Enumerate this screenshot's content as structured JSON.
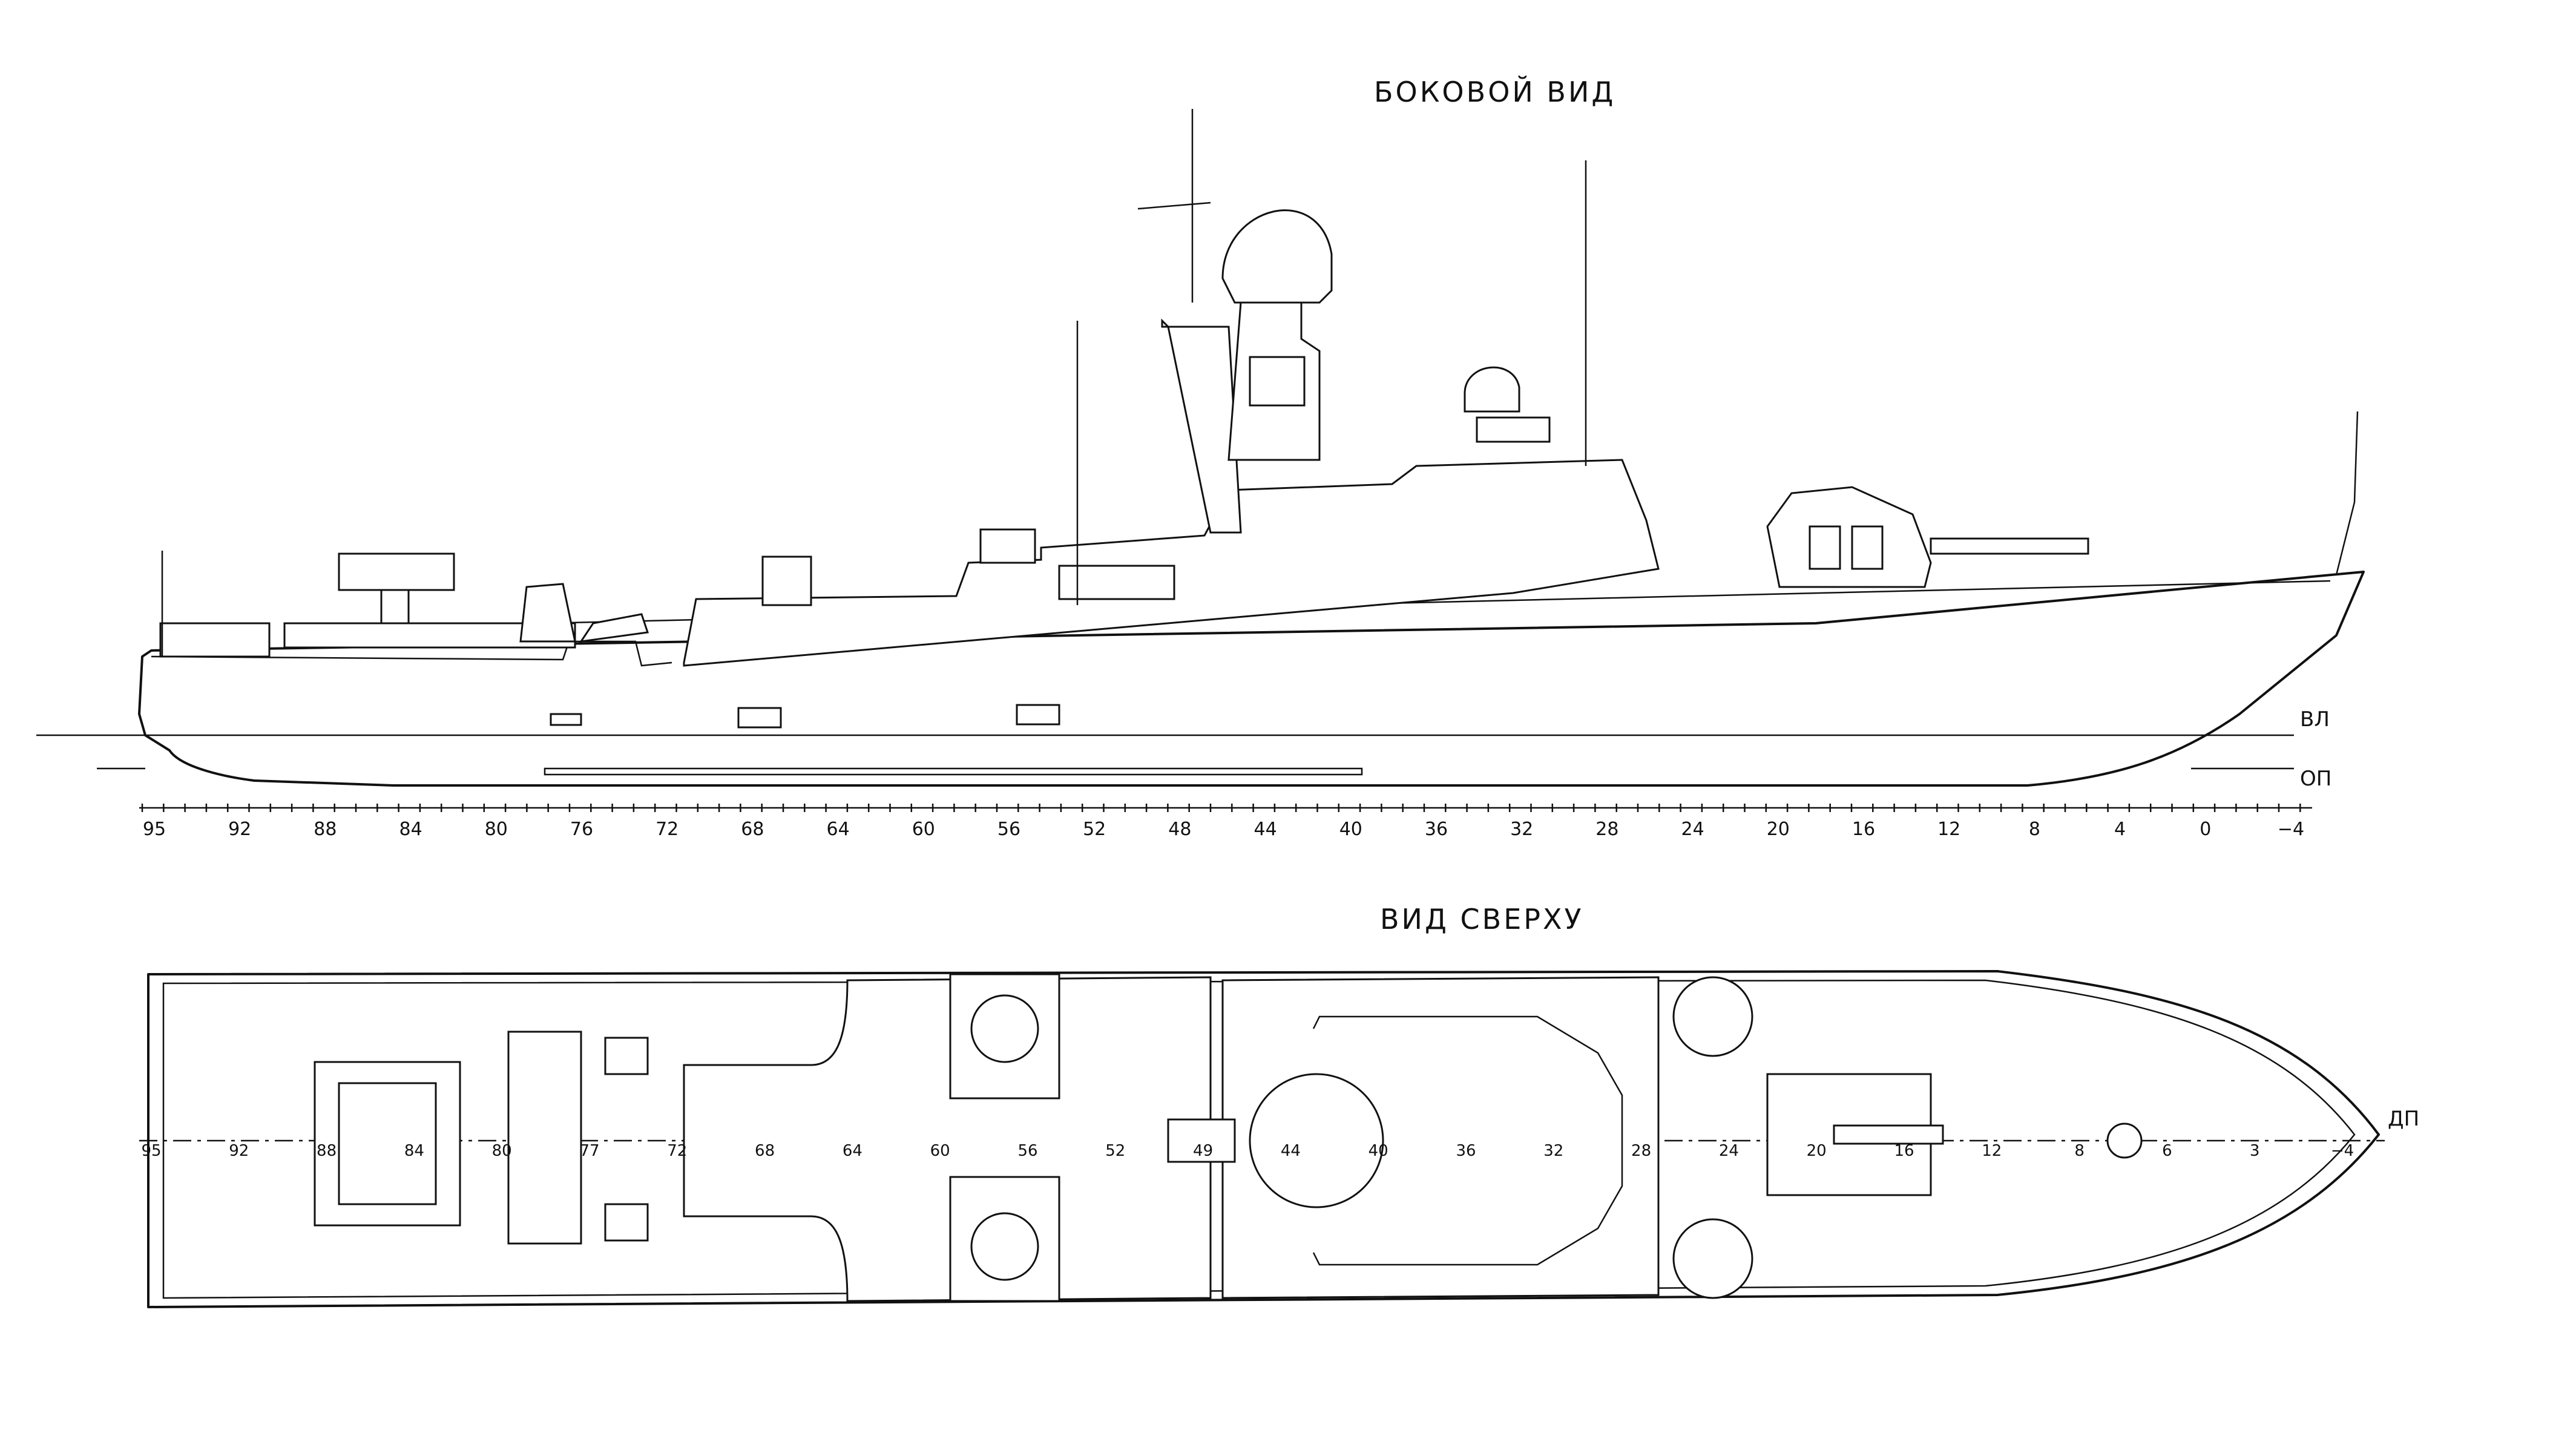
{
  "titles": {
    "side_view": "БОКОВОЙ ВИД",
    "top_view": "ВИД СВЕРХУ"
  },
  "side_view": {
    "waterline_label": "ВЛ",
    "baseline_label": "ОП",
    "frame_scale": [
      "95",
      "92",
      "88",
      "84",
      "80",
      "76",
      "72",
      "68",
      "64",
      "60",
      "56",
      "52",
      "48",
      "44",
      "40",
      "36",
      "32",
      "28",
      "24",
      "20",
      "16",
      "12",
      "8",
      "4",
      "0",
      "−4"
    ]
  },
  "top_view": {
    "centerline_label": "ДП",
    "frame_labels": [
      "95",
      "92",
      "88",
      "84",
      "80",
      "77",
      "72",
      "68",
      "64",
      "60",
      "56",
      "52",
      "49",
      "44",
      "40",
      "36",
      "32",
      "28",
      "24",
      "20",
      "16",
      "12",
      "8",
      "6",
      "3",
      "−4"
    ]
  }
}
